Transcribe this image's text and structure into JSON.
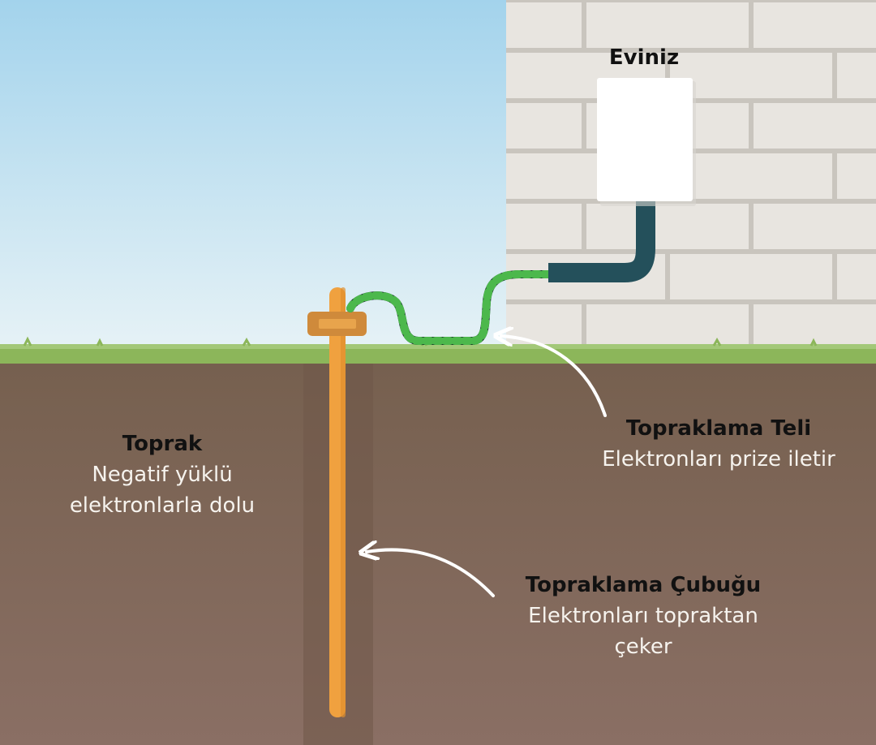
{
  "house": {
    "label": "Eviniz"
  },
  "soil": {
    "title": "Toprak",
    "desc_line1": "Negatif yüklü",
    "desc_line2": "elektronlarla dolu"
  },
  "wire": {
    "title": "Topraklama Teli",
    "desc": "Elektronları prize iletir"
  },
  "rod": {
    "title": "Topraklama Çubuğu",
    "desc_line1": "Elektronları topraktan",
    "desc_line2": "çeker"
  },
  "colors": {
    "sky_top": "#a7d6ee",
    "sky_bottom": "#e4f1f6",
    "wall": "#e9e6e1",
    "mortar": "#c8c4bd",
    "grass": "#8fb75b",
    "soil": "#7f675b",
    "rod": "#f0a03f",
    "clamp": "#cf8a3a",
    "pipe": "#24505a",
    "wire_green": "#4cb84c",
    "wire_dark": "#163227",
    "panel": "#ffffff",
    "arrow": "#ffffff"
  }
}
